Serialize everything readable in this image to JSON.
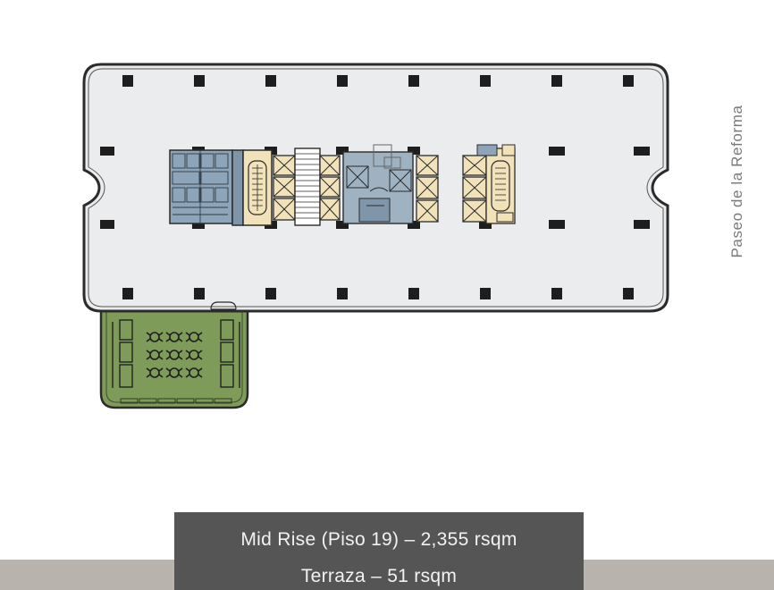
{
  "street_label": "Paseo de la Reforma",
  "caption": {
    "line1": "Mid Rise (Piso 19) – 2,355 rsqm",
    "line2": "Terraza – 51 rsqm"
  },
  "colors": {
    "floor_fill": "#ebeced",
    "wall": "#2b2b2b",
    "terrace_fill": "#7e9b5a",
    "core_blue": "#8ea4b8",
    "core_yellow": "#f1e2ba",
    "column": "#1e1e1e",
    "caption_bg": "#545554",
    "band_bg": "#b9b3ad",
    "street_text": "#7a7a7a"
  }
}
